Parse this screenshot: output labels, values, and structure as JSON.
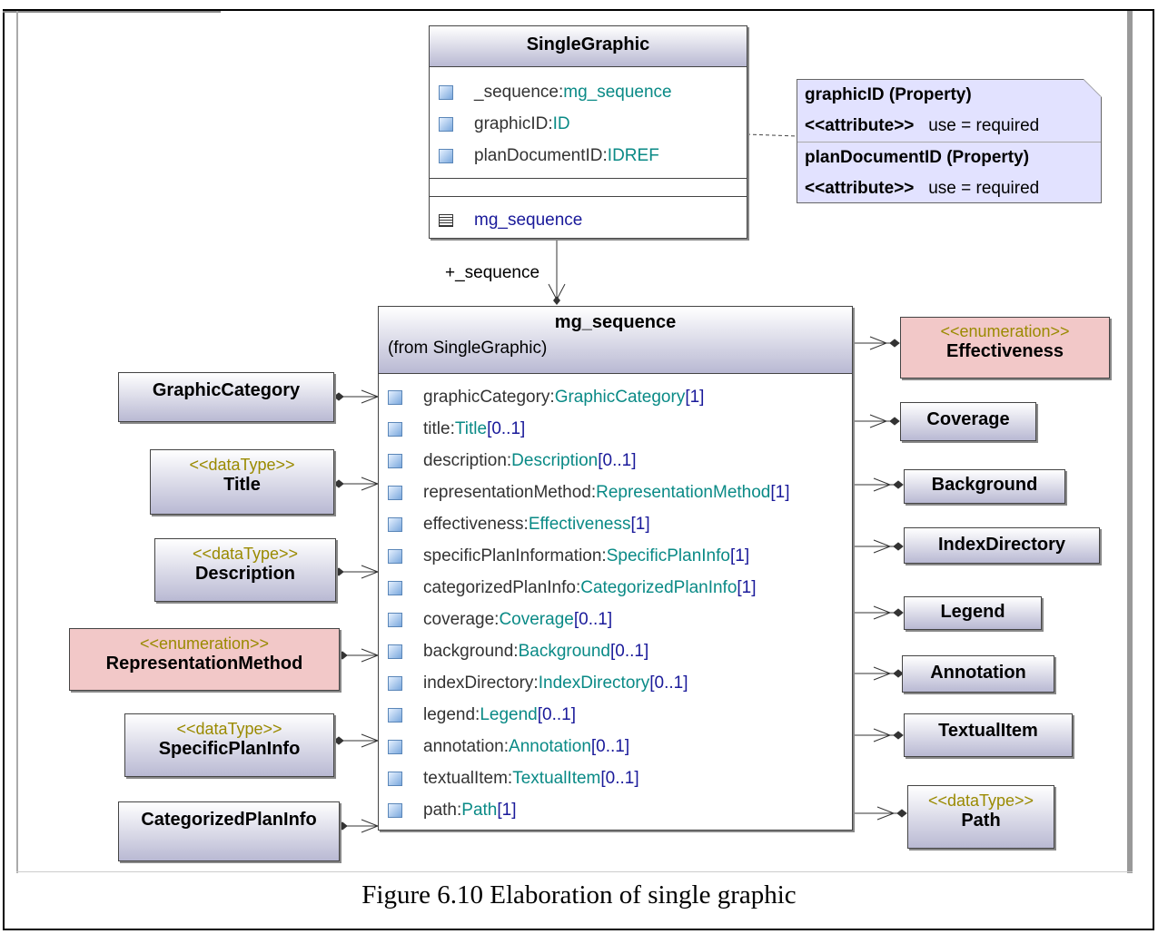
{
  "single_graphic": {
    "title": "SingleGraphic",
    "attributes": [
      {
        "name": "_sequence:",
        "type": "mg_sequence"
      },
      {
        "name": "graphicID:",
        "type": "ID"
      },
      {
        "name": "planDocumentID:",
        "type": "IDREF"
      }
    ],
    "element": "mg_sequence"
  },
  "note": {
    "line1": "graphicID (Property)",
    "line2a": "<<attribute>>",
    "line2b": "use = required",
    "line3": "planDocumentID (Property)",
    "line4a": "<<attribute>>",
    "line4b": "use = required"
  },
  "association_label": "+_sequence",
  "mg_sequence": {
    "title": "mg_sequence",
    "subtitle": "(from SingleGraphic)",
    "attributes": [
      {
        "name": "graphicCategory:",
        "type": "GraphicCategory",
        "mult": "[1]"
      },
      {
        "name": "title:",
        "type": "Title",
        "mult": "[0..1]"
      },
      {
        "name": "description:",
        "type": "Description",
        "mult": "[0..1]"
      },
      {
        "name": "representationMethod:",
        "type": "RepresentationMethod",
        "mult": "[1]"
      },
      {
        "name": "effectiveness:",
        "type": "Effectiveness",
        "mult": "[1]"
      },
      {
        "name": "specificPlanInformation:",
        "type": "SpecificPlanInfo",
        "mult": "[1]"
      },
      {
        "name": "categorizedPlanInfo:",
        "type": "CategorizedPlanInfo",
        "mult": "[1]"
      },
      {
        "name": "coverage:",
        "type": "Coverage",
        "mult": "[0..1]"
      },
      {
        "name": "background:",
        "type": "Background",
        "mult": "[0..1]"
      },
      {
        "name": "indexDirectory:",
        "type": "IndexDirectory",
        "mult": "[0..1]"
      },
      {
        "name": "legend:",
        "type": "Legend",
        "mult": "[0..1]"
      },
      {
        "name": "annotation:",
        "type": "Annotation",
        "mult": "[0..1]"
      },
      {
        "name": "textualItem:",
        "type": "TextualItem",
        "mult": "[0..1]"
      },
      {
        "name": "path:",
        "type": "Path",
        "mult": "[1]"
      }
    ]
  },
  "left_boxes": {
    "graphic_category": {
      "name": "GraphicCategory"
    },
    "title": {
      "stereo": "<<dataType>>",
      "name": "Title"
    },
    "description": {
      "stereo": "<<dataType>>",
      "name": "Description"
    },
    "representation_method": {
      "stereo": "<<enumeration>>",
      "name": "RepresentationMethod"
    },
    "specific_plan_info": {
      "stereo": "<<dataType>>",
      "name": "SpecificPlanInfo"
    },
    "categorized_plan_info": {
      "name": "CategorizedPlanInfo"
    }
  },
  "right_boxes": {
    "effectiveness": {
      "stereo": "<<enumeration>>",
      "name": "Effectiveness"
    },
    "coverage": {
      "name": "Coverage"
    },
    "background": {
      "name": "Background"
    },
    "index_directory": {
      "name": "IndexDirectory"
    },
    "legend": {
      "name": "Legend"
    },
    "annotation": {
      "name": "Annotation"
    },
    "textual_item": {
      "name": "TextualItem"
    },
    "path": {
      "stereo": "<<dataType>>",
      "name": "Path"
    }
  },
  "caption": "Figure 6.10 Elaboration of single graphic"
}
